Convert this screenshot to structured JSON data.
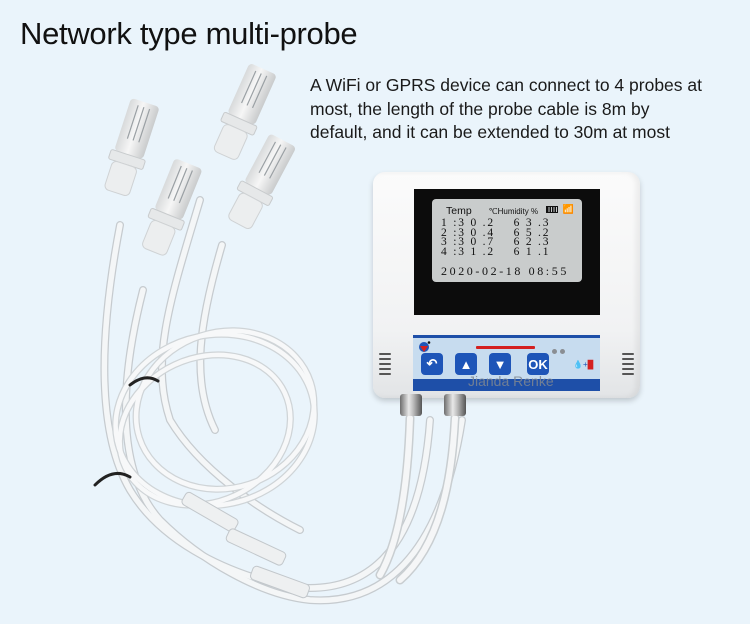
{
  "header": {
    "title": "Network type multi-probe"
  },
  "description": {
    "lines": [
      "A WiFi or GPRS device can connect to 4 probes at",
      "most, the length of the probe cable is 8m by",
      "default, and it can be extended to 30m at most"
    ]
  },
  "device": {
    "brand_watermark": "Jianda Renke",
    "lcd": {
      "header_temp": "Temp",
      "temp_unit": "℃",
      "header_humidity": "Humidity",
      "humidity_unit": "%",
      "icons": [
        "battery-icon",
        "wifi-icon"
      ],
      "readings": [
        {
          "probe": "1",
          "temp": "30.2",
          "humidity": "63.3",
          "text": "1 :3 0 .2    6 3 .3"
        },
        {
          "probe": "2",
          "temp": "30.4",
          "humidity": "65.2",
          "text": "2 :3 0 .4    6 5 .2"
        },
        {
          "probe": "3",
          "temp": "30.7",
          "humidity": "62.3",
          "text": "3 :3 0 .7    6 2 .3"
        },
        {
          "probe": "4",
          "temp": "31.2",
          "humidity": "61.1",
          "text": "4 :3 1 .2    6 1 .1"
        }
      ],
      "datetime": "2020-02-18 08:55"
    },
    "keys": [
      {
        "name": "back",
        "glyph": "↶"
      },
      {
        "name": "up",
        "glyph": "⏫"
      },
      {
        "name": "down",
        "glyph": "⏬"
      },
      {
        "name": "ok",
        "glyph": "OK"
      }
    ],
    "probe_count": 4,
    "colors": {
      "key_blue": "#1e55b8",
      "accent_red": "#d42020",
      "lcd_bg": "#c9cccc",
      "page_bg": "#eaf4fb"
    }
  }
}
